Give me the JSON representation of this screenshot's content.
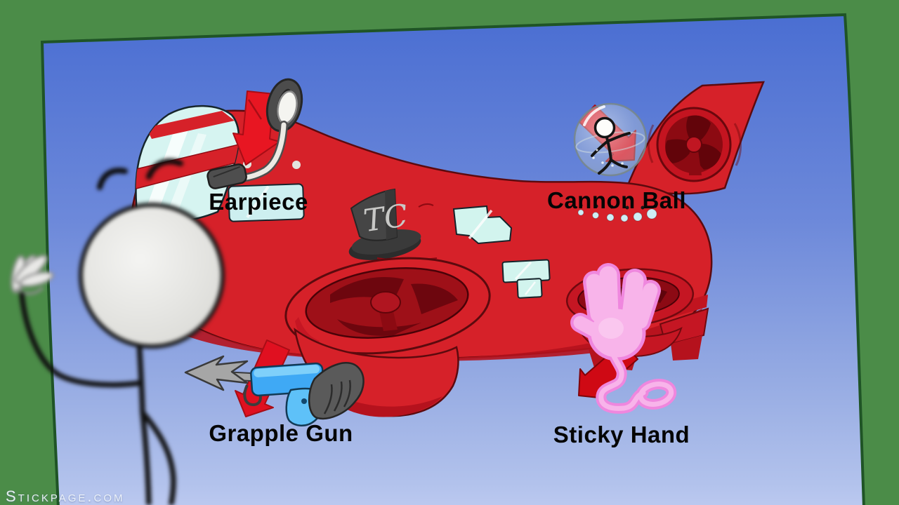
{
  "watermark": "Stickpage.com",
  "airship": {
    "hat_monogram": "TC"
  },
  "choices": [
    {
      "id": "earpiece",
      "label": "Earpiece",
      "icon": "earpiece-icon"
    },
    {
      "id": "cannon-ball",
      "label": "Cannon Ball",
      "icon": "hamster-ball-icon"
    },
    {
      "id": "grapple-gun",
      "label": "Grapple Gun",
      "icon": "grapple-gun-icon"
    },
    {
      "id": "sticky-hand",
      "label": "Sticky Hand",
      "icon": "sticky-hand-icon"
    }
  ],
  "colors": {
    "background_green": "#4b8c48",
    "panel_border_green": "#1f5426",
    "sky_top": "#4a6ed2",
    "sky_bottom": "#bcc9f0",
    "ship_red": "#d62129",
    "ship_red_dark": "#b5121d",
    "arrow_red": "#e81622",
    "window_cyan": "#d2f4ee",
    "grapple_gun_blue": "#3fa9f5",
    "sticky_hand_pink": "#f8b4ea",
    "sticky_hand_outline": "#ef87de",
    "hat_gray": "#454545",
    "label_text": "#050505"
  }
}
